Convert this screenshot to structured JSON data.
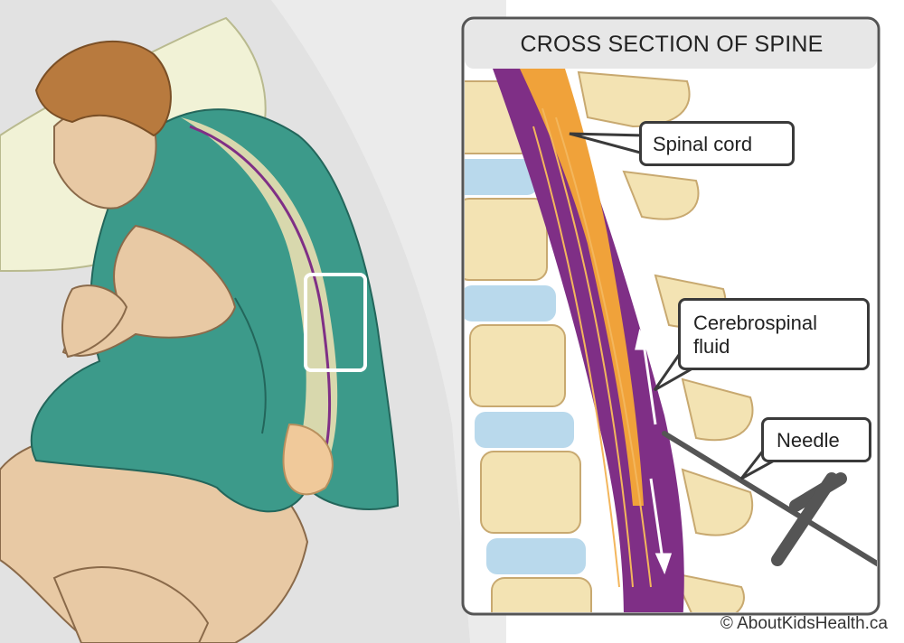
{
  "panel": {
    "title": "CROSS SECTION OF SPINE"
  },
  "callouts": {
    "spinal_cord": "Spinal cord",
    "csf_line1": "Cerebrospinal",
    "csf_line2": "fluid",
    "needle": "Needle"
  },
  "credit": "© AboutKidsHealth.ca",
  "colors": {
    "background_bed": "#e2e2e2",
    "gown": "#3c9a8a",
    "skin": "#e8c9a4",
    "hair": "#b87a3e",
    "pillow": "#f1f2d6",
    "vertebra": "#f3e3b3",
    "disc": "#b9d9ec",
    "spinal_canal": "#7f2f86",
    "spinal_cord": "#f0a23a",
    "needle": "#555555"
  }
}
